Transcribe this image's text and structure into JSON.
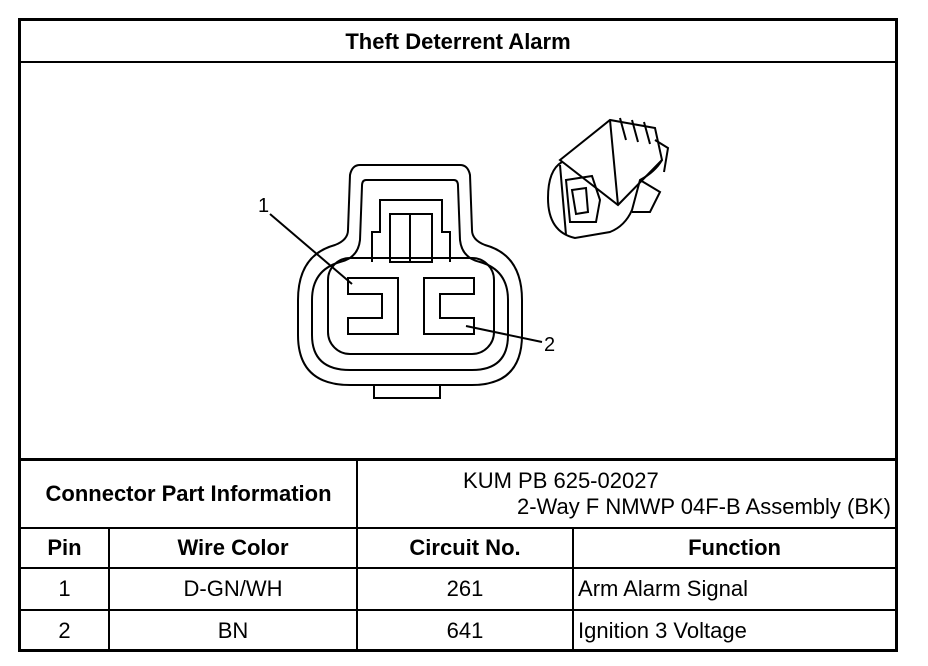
{
  "title": "Theft Deterrent Alarm",
  "diagram": {
    "callouts": [
      "1",
      "2"
    ]
  },
  "part_info": {
    "label": "Connector Part Information",
    "line1": "KUM PB 625-02027",
    "line2": "2-Way F NMWP 04F-B Assembly (BK)"
  },
  "table": {
    "headers": [
      "Pin",
      "Wire Color",
      "Circuit No.",
      "Function"
    ],
    "rows": [
      [
        "1",
        "D-GN/WH",
        "261",
        "Arm Alarm Signal"
      ],
      [
        "2",
        "BN",
        "641",
        "Ignition 3 Voltage"
      ]
    ]
  }
}
